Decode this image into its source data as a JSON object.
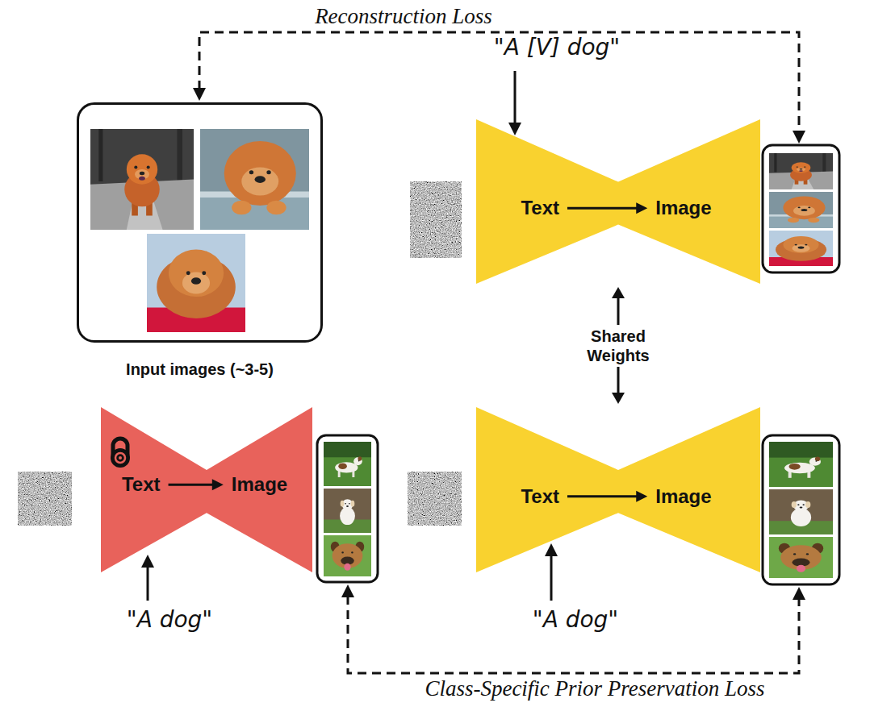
{
  "diagram": {
    "nodes": [
      {
        "text": [
          "Input images (~3-5)"
        ]
      },
      {
        "text": [
          "Text",
          "Image"
        ]
      },
      {
        "text": [
          "Text",
          "Image"
        ]
      },
      {
        "text": [
          "Text",
          "Image"
        ]
      }
    ],
    "edges": [
      {
        "from": 1,
        "to": 3,
        "label": "Shared Weights",
        "arrow": "both"
      }
    ],
    "labels": [
      "Reconstruction Loss",
      "\"A [V] dog\"",
      "\"A dog\"",
      "\"A dog\"",
      "Class-Specific Prior Preservation Loss"
    ]
  }
}
